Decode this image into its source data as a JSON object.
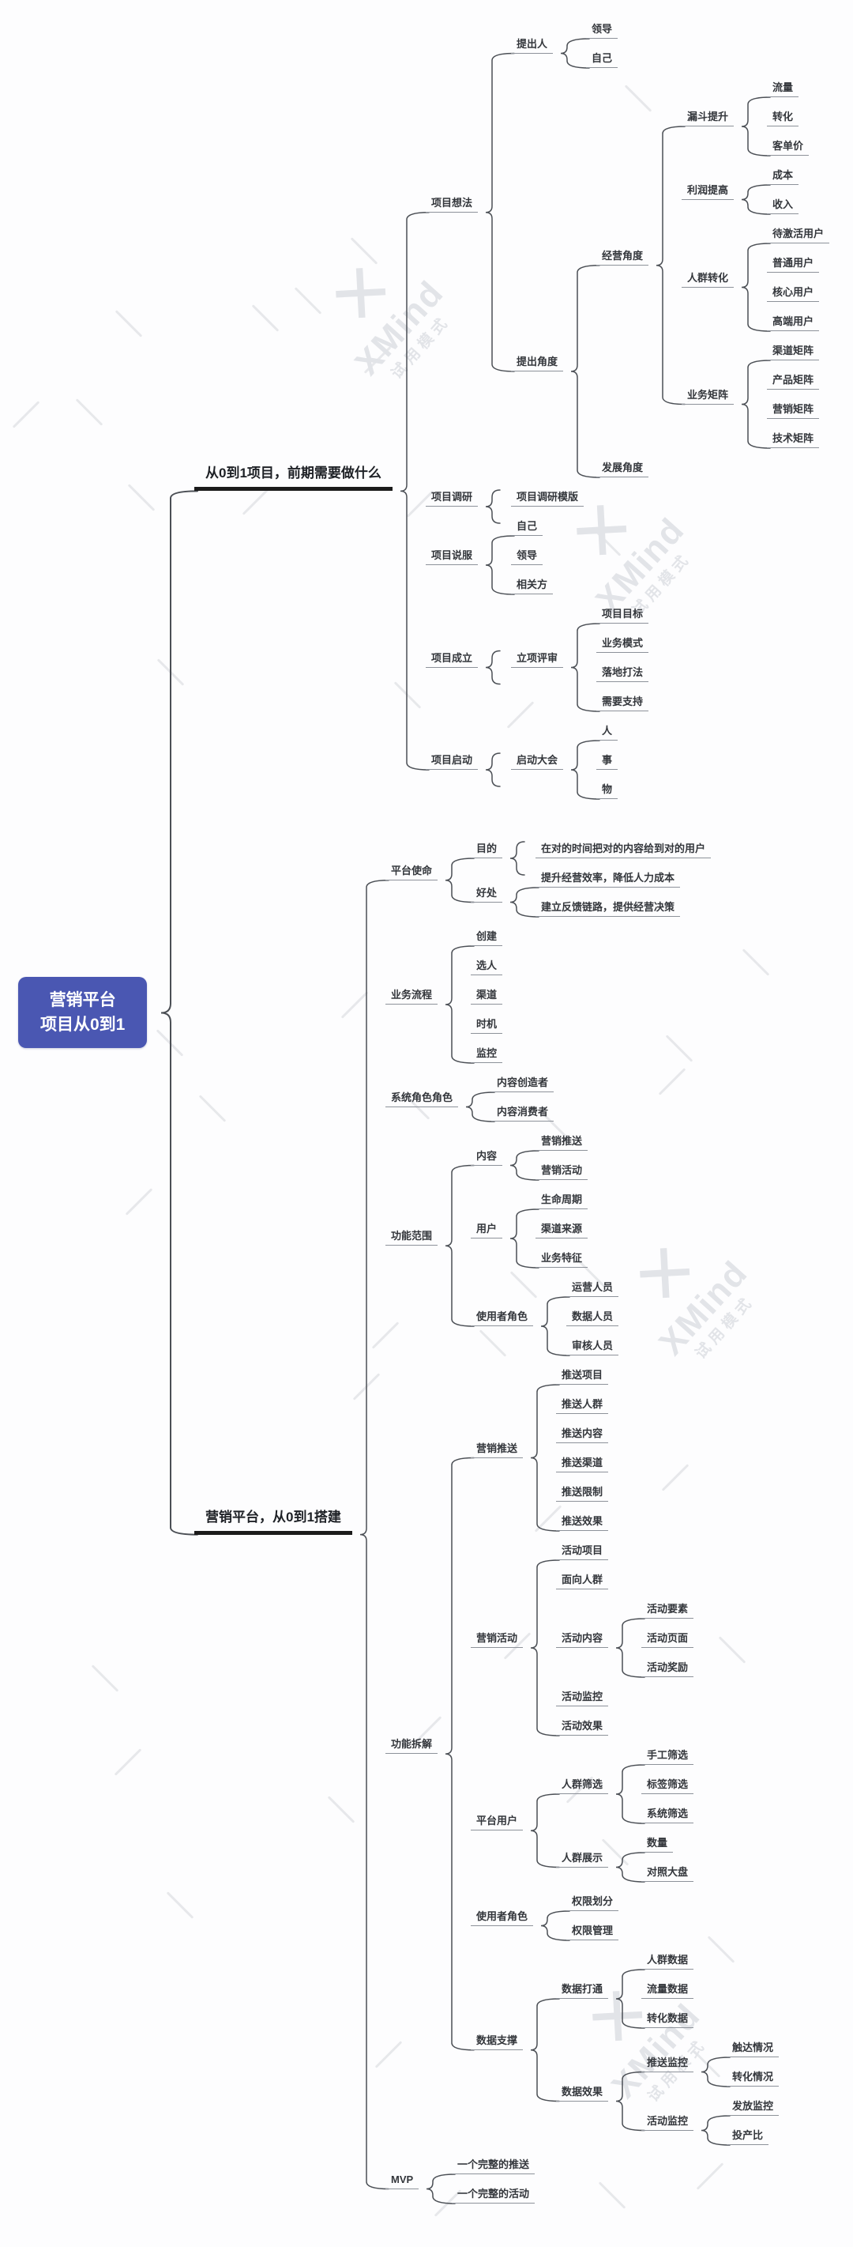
{
  "app": {
    "watermark_logo": "XMind",
    "watermark_caption": "试用模式",
    "watermark_glyph": "✕"
  },
  "colors": {
    "root_bg": "#4a57b2",
    "root_text": "#ffffff",
    "connector": "#4b4f55",
    "underline": "#8d929a",
    "branch_underline": "#1b1b1b",
    "watermark": "#e2e4e8"
  },
  "mindmap": {
    "root": {
      "label_lines": [
        "营销平台",
        "项目从0到1"
      ],
      "children": [
        {
          "label": "从0到1项目，前期需要做什么",
          "children": [
            {
              "label": "项目想法",
              "children": [
                {
                  "label": "提出人",
                  "children": [
                    {
                      "label": "领导"
                    },
                    {
                      "label": "自己"
                    }
                  ]
                },
                {
                  "label": "提出角度",
                  "children": [
                    {
                      "label": "经营角度",
                      "children": [
                        {
                          "label": "漏斗提升",
                          "children": [
                            {
                              "label": "流量"
                            },
                            {
                              "label": "转化"
                            },
                            {
                              "label": "客单价"
                            }
                          ]
                        },
                        {
                          "label": "利润提高",
                          "children": [
                            {
                              "label": "成本"
                            },
                            {
                              "label": "收入"
                            }
                          ]
                        },
                        {
                          "label": "人群转化",
                          "children": [
                            {
                              "label": "待激活用户"
                            },
                            {
                              "label": "普通用户"
                            },
                            {
                              "label": "核心用户"
                            },
                            {
                              "label": "高端用户"
                            }
                          ]
                        },
                        {
                          "label": "业务矩阵",
                          "children": [
                            {
                              "label": "渠道矩阵"
                            },
                            {
                              "label": "产品矩阵"
                            },
                            {
                              "label": "营销矩阵"
                            },
                            {
                              "label": "技术矩阵"
                            }
                          ]
                        }
                      ]
                    },
                    {
                      "label": "发展角度"
                    }
                  ]
                }
              ]
            },
            {
              "label": "项目调研",
              "children": [
                {
                  "label": "项目调研模版"
                }
              ]
            },
            {
              "label": "项目说服",
              "children": [
                {
                  "label": "自己"
                },
                {
                  "label": "领导"
                },
                {
                  "label": "相关方"
                }
              ]
            },
            {
              "label": "项目成立",
              "children": [
                {
                  "label": "立项评审",
                  "children": [
                    {
                      "label": "项目目标"
                    },
                    {
                      "label": "业务模式"
                    },
                    {
                      "label": "落地打法"
                    },
                    {
                      "label": "需要支持"
                    }
                  ]
                }
              ]
            },
            {
              "label": "项目启动",
              "children": [
                {
                  "label": "启动大会",
                  "children": [
                    {
                      "label": "人"
                    },
                    {
                      "label": "事"
                    },
                    {
                      "label": "物"
                    }
                  ]
                }
              ]
            }
          ]
        },
        {
          "label": "营销平台，从0到1搭建",
          "children": [
            {
              "label": "平台使命",
              "children": [
                {
                  "label": "目的",
                  "children": [
                    {
                      "label": "在对的时间把对的内容给到对的用户"
                    }
                  ]
                },
                {
                  "label": "好处",
                  "children": [
                    {
                      "label": "提升经营效率，降低人力成本"
                    },
                    {
                      "label": "建立反馈链路，提供经营决策"
                    }
                  ]
                }
              ]
            },
            {
              "label": "业务流程",
              "children": [
                {
                  "label": "创建"
                },
                {
                  "label": "选人"
                },
                {
                  "label": "渠道"
                },
                {
                  "label": "时机"
                },
                {
                  "label": "监控"
                }
              ]
            },
            {
              "label": "系统角色角色",
              "children": [
                {
                  "label": "内容创造者"
                },
                {
                  "label": "内容消费者"
                }
              ]
            },
            {
              "label": "功能范围",
              "children": [
                {
                  "label": "内容",
                  "children": [
                    {
                      "label": "营销推送"
                    },
                    {
                      "label": "营销活动"
                    }
                  ]
                },
                {
                  "label": "用户",
                  "children": [
                    {
                      "label": "生命周期"
                    },
                    {
                      "label": "渠道来源"
                    },
                    {
                      "label": "业务特征"
                    }
                  ]
                },
                {
                  "label": "使用者角色",
                  "children": [
                    {
                      "label": "运营人员"
                    },
                    {
                      "label": "数据人员"
                    },
                    {
                      "label": "审核人员"
                    }
                  ]
                }
              ]
            },
            {
              "label": "功能拆解",
              "children": [
                {
                  "label": "营销推送",
                  "children": [
                    {
                      "label": "推送项目"
                    },
                    {
                      "label": "推送人群"
                    },
                    {
                      "label": "推送内容"
                    },
                    {
                      "label": "推送渠道"
                    },
                    {
                      "label": "推送限制"
                    },
                    {
                      "label": "推送效果"
                    }
                  ]
                },
                {
                  "label": "营销活动",
                  "children": [
                    {
                      "label": "活动项目"
                    },
                    {
                      "label": "面向人群"
                    },
                    {
                      "label": "活动内容",
                      "children": [
                        {
                          "label": "活动要素"
                        },
                        {
                          "label": "活动页面"
                        },
                        {
                          "label": "活动奖励"
                        }
                      ]
                    },
                    {
                      "label": "活动监控"
                    },
                    {
                      "label": "活动效果"
                    }
                  ]
                },
                {
                  "label": "平台用户",
                  "children": [
                    {
                      "label": "人群筛选",
                      "children": [
                        {
                          "label": "手工筛选"
                        },
                        {
                          "label": "标签筛选"
                        },
                        {
                          "label": "系统筛选"
                        }
                      ]
                    },
                    {
                      "label": "人群展示",
                      "children": [
                        {
                          "label": "数量"
                        },
                        {
                          "label": "对照大盘"
                        }
                      ]
                    }
                  ]
                },
                {
                  "label": "使用者角色",
                  "children": [
                    {
                      "label": "权限划分"
                    },
                    {
                      "label": "权限管理"
                    }
                  ]
                },
                {
                  "label": "数据支撑",
                  "children": [
                    {
                      "label": "数据打通",
                      "children": [
                        {
                          "label": "人群数据"
                        },
                        {
                          "label": "流量数据"
                        },
                        {
                          "label": "转化数据"
                        }
                      ]
                    },
                    {
                      "label": "数据效果",
                      "children": [
                        {
                          "label": "推送监控",
                          "children": [
                            {
                              "label": "触达情况"
                            },
                            {
                              "label": "转化情况"
                            }
                          ]
                        },
                        {
                          "label": "活动监控",
                          "children": [
                            {
                              "label": "发放监控"
                            },
                            {
                              "label": "投产比"
                            }
                          ]
                        }
                      ]
                    }
                  ]
                }
              ]
            },
            {
              "label": "MVP",
              "children": [
                {
                  "label": "一个完整的推送"
                },
                {
                  "label": "一个完整的活动"
                }
              ]
            }
          ]
        }
      ]
    }
  }
}
